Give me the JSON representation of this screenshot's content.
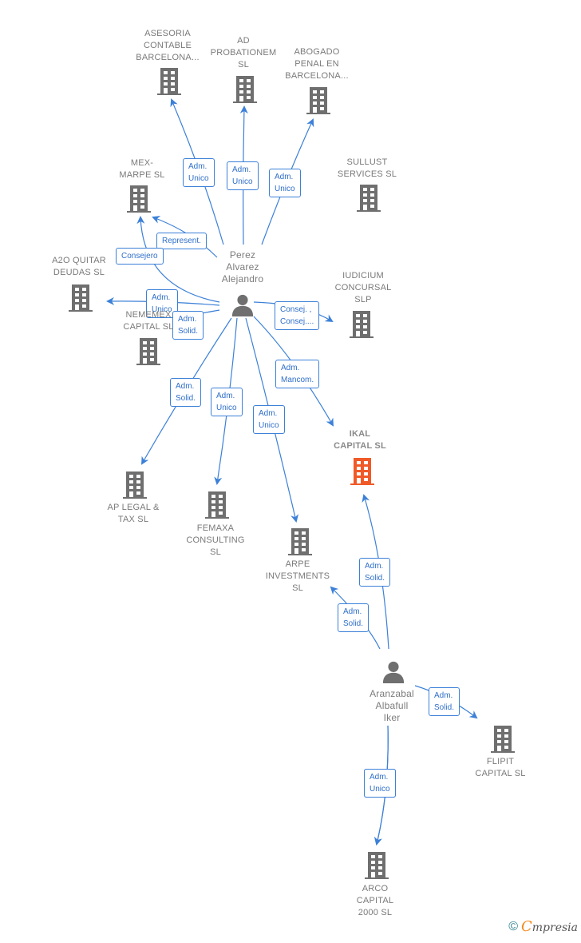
{
  "colors": {
    "edge": "#3c80d8",
    "icon": "#6f6f6f",
    "highlight_icon": "#f05a28",
    "label": "#7a7a7a"
  },
  "persons": [
    {
      "id": "perez",
      "name": "Perez\nAlvarez\nAlejandro",
      "icon": "person-icon"
    },
    {
      "id": "aranzabal",
      "name": "Aranzabal\nAlbafull\nIker",
      "icon": "person-icon"
    }
  ],
  "companies": [
    {
      "id": "asesoria",
      "name": "ASESORIA\nCONTABLE\nBARCELONA...",
      "icon": "building-icon",
      "highlight": false
    },
    {
      "id": "adprob",
      "name": "AD\nPROBATIONEM\nSL",
      "icon": "building-icon",
      "highlight": false
    },
    {
      "id": "abogado",
      "name": "ABOGADO\nPENAL EN\nBARCELONA...",
      "icon": "building-icon",
      "highlight": false
    },
    {
      "id": "mexmarpe",
      "name": "MEX-\nMARPE SL",
      "icon": "building-icon",
      "highlight": false
    },
    {
      "id": "sullust",
      "name": "SULLUST\nSERVICES  SL",
      "icon": "building-icon",
      "highlight": false
    },
    {
      "id": "a2o",
      "name": "A2O QUITAR\nDEUDAS  SL",
      "icon": "building-icon",
      "highlight": false
    },
    {
      "id": "iudicium",
      "name": "IUDICIUM\nCONCURSAL\nSLP",
      "icon": "building-icon",
      "highlight": false
    },
    {
      "id": "nememe",
      "name": "NEMEMEX\nCAPITAL  SL",
      "icon": "building-icon",
      "highlight": false
    },
    {
      "id": "ikal",
      "name": "IKAL\nCAPITAL  SL",
      "icon": "building-icon",
      "highlight": true
    },
    {
      "id": "aplegal",
      "name": "AP LEGAL &\nTAX  SL",
      "icon": "building-icon",
      "highlight": false
    },
    {
      "id": "femaxa",
      "name": "FEMAXA\nCONSULTING\nSL",
      "icon": "building-icon",
      "highlight": false
    },
    {
      "id": "arpe",
      "name": "ARPE\nINVESTMENTS\nSL",
      "icon": "building-icon",
      "highlight": false
    },
    {
      "id": "flipit",
      "name": "FLIPIT\nCAPITAL  SL",
      "icon": "building-icon",
      "highlight": false
    },
    {
      "id": "arco",
      "name": "ARCO\nCAPITAL\n2000  SL",
      "icon": "building-icon",
      "highlight": false
    }
  ],
  "edges": [
    {
      "from": "perez",
      "to": "asesoria",
      "label": "Adm.\nUnico"
    },
    {
      "from": "perez",
      "to": "adprob",
      "label": "Adm.\nUnico"
    },
    {
      "from": "perez",
      "to": "abogado",
      "label": "Adm.\nUnico"
    },
    {
      "from": "perez",
      "to": "mexmarpe",
      "label": "Represent."
    },
    {
      "from": "perez",
      "to": "mexmarpe",
      "label": "Consejero"
    },
    {
      "from": "perez",
      "to": "sullust",
      "label": "Adm.\nUnico"
    },
    {
      "from": "perez",
      "to": "a2o",
      "label": "Adm.\nSolid."
    },
    {
      "from": "perez",
      "to": "nememe",
      "label": "Consej. ,\nConsej...."
    },
    {
      "from": "perez",
      "to": "iudicium",
      "label": "Adm.\nMancom."
    },
    {
      "from": "perez",
      "to": "ikal",
      "label": "Adm.\nSolid."
    },
    {
      "from": "perez",
      "to": "aplegal",
      "label": "Adm.\nUnico"
    },
    {
      "from": "perez",
      "to": "femaxa",
      "label": "Adm.\nUnico"
    },
    {
      "from": "perez",
      "to": "arpe",
      "label": "Adm.\nSolid."
    },
    {
      "from": "aranzabal",
      "to": "ikal",
      "label": "Adm.\nSolid."
    },
    {
      "from": "aranzabal",
      "to": "arpe",
      "label": "Adm.\nSolid."
    },
    {
      "from": "aranzabal",
      "to": "flipit",
      "label": "Adm.\nUnico"
    },
    {
      "from": "aranzabal",
      "to": "arco",
      "label": "Adm.\nUnico"
    }
  ],
  "footer": {
    "copyright": "©",
    "brand_initial": "C",
    "brand_rest": "mpresia"
  }
}
